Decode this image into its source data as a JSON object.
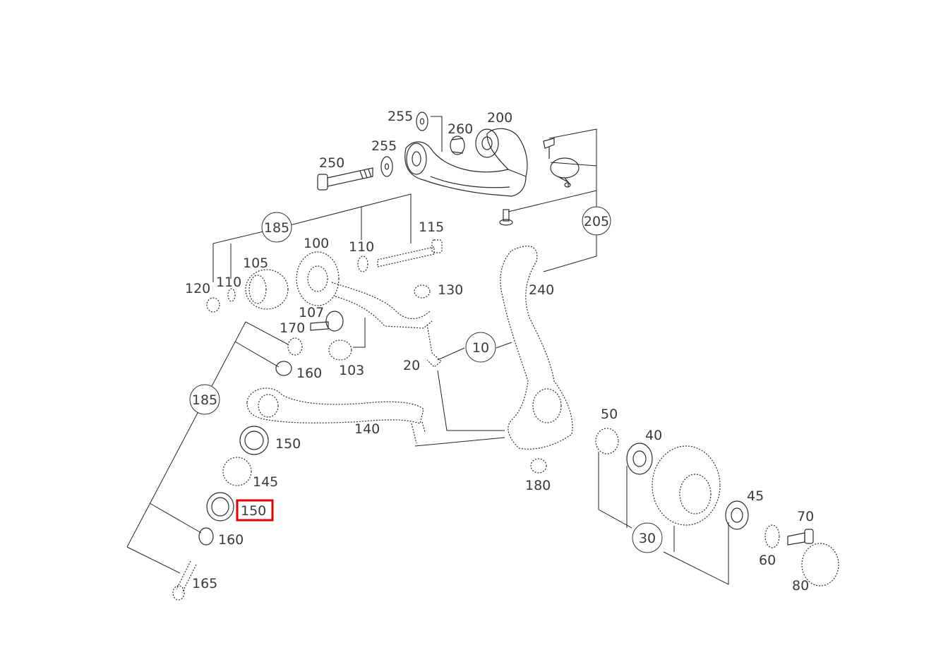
{
  "diagram": {
    "highlight_color": "#e00000",
    "callouts": [
      {
        "id": "c255a",
        "label": "255"
      },
      {
        "id": "c260",
        "label": "260"
      },
      {
        "id": "c200",
        "label": "200"
      },
      {
        "id": "c255b",
        "label": "255"
      },
      {
        "id": "c250",
        "label": "250"
      },
      {
        "id": "c115",
        "label": "115"
      },
      {
        "id": "c100",
        "label": "100"
      },
      {
        "id": "c110a",
        "label": "110"
      },
      {
        "id": "c105",
        "label": "105"
      },
      {
        "id": "c120",
        "label": "120"
      },
      {
        "id": "c110b",
        "label": "110"
      },
      {
        "id": "c130",
        "label": "130"
      },
      {
        "id": "c240",
        "label": "240"
      },
      {
        "id": "c107",
        "label": "107"
      },
      {
        "id": "c170",
        "label": "170"
      },
      {
        "id": "c103",
        "label": "103"
      },
      {
        "id": "c160a",
        "label": "160"
      },
      {
        "id": "c20",
        "label": "20"
      },
      {
        "id": "c140",
        "label": "140"
      },
      {
        "id": "c150a",
        "label": "150"
      },
      {
        "id": "c145",
        "label": "145"
      },
      {
        "id": "c150b",
        "label": "150"
      },
      {
        "id": "c160b",
        "label": "160"
      },
      {
        "id": "c165",
        "label": "165"
      },
      {
        "id": "c180",
        "label": "180"
      },
      {
        "id": "c50",
        "label": "50"
      },
      {
        "id": "c40",
        "label": "40"
      },
      {
        "id": "c45",
        "label": "45"
      },
      {
        "id": "c70",
        "label": "70"
      },
      {
        "id": "c60",
        "label": "60"
      },
      {
        "id": "c80",
        "label": "80"
      }
    ],
    "group_labels": [
      {
        "id": "g205",
        "label": "205"
      },
      {
        "id": "g185a",
        "label": "185"
      },
      {
        "id": "g185b",
        "label": "185"
      },
      {
        "id": "g10",
        "label": "10"
      },
      {
        "id": "g30",
        "label": "30"
      }
    ],
    "highlighted_callout": "c150b"
  }
}
